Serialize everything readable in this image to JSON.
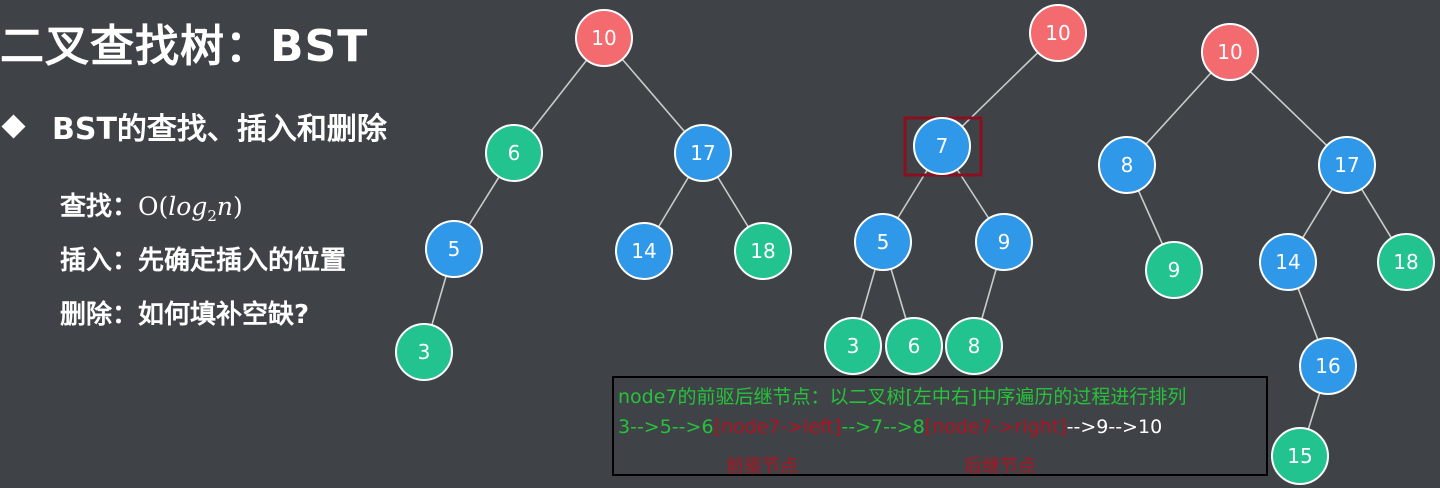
{
  "slide": {
    "title": "二叉查找树：BST",
    "bullet": "BST的查找、插入和删除",
    "lines": [
      {
        "label": "查找：",
        "formula_prefix": "O(",
        "formula_log": "log",
        "formula_sub": "2",
        "formula_var": "n",
        "formula_suffix": ")"
      },
      {
        "label": "插入：",
        "text": "先确定插入的位置"
      },
      {
        "label": "删除：",
        "text": "如何填补空缺?"
      }
    ]
  },
  "colors": {
    "red_node": "#f36a6f",
    "blue_node": "#2f98e8",
    "green_node": "#22c38e",
    "edge": "#c9ccc9",
    "highlight": "#8a1020"
  },
  "trees": [
    {
      "name": "tree-left",
      "nodes": [
        {
          "id": "t1-10",
          "label": "10",
          "color": "red"
        },
        {
          "id": "t1-6",
          "label": "6",
          "color": "green"
        },
        {
          "id": "t1-17",
          "label": "17",
          "color": "blue"
        },
        {
          "id": "t1-5",
          "label": "5",
          "color": "blue"
        },
        {
          "id": "t1-14",
          "label": "14",
          "color": "blue"
        },
        {
          "id": "t1-18",
          "label": "18",
          "color": "green"
        },
        {
          "id": "t1-3",
          "label": "3",
          "color": "green"
        }
      ],
      "edges": [
        [
          "t1-10",
          "t1-6"
        ],
        [
          "t1-10",
          "t1-17"
        ],
        [
          "t1-6",
          "t1-5"
        ],
        [
          "t1-17",
          "t1-14"
        ],
        [
          "t1-17",
          "t1-18"
        ],
        [
          "t1-5",
          "t1-3"
        ]
      ]
    },
    {
      "name": "tree-middle",
      "nodes": [
        {
          "id": "t2-10",
          "label": "10",
          "color": "red"
        },
        {
          "id": "t2-7",
          "label": "7",
          "color": "blue",
          "highlighted": true
        },
        {
          "id": "t2-5",
          "label": "5",
          "color": "blue"
        },
        {
          "id": "t2-9",
          "label": "9",
          "color": "blue"
        },
        {
          "id": "t2-3",
          "label": "3",
          "color": "green"
        },
        {
          "id": "t2-6",
          "label": "6",
          "color": "green"
        },
        {
          "id": "t2-8",
          "label": "8",
          "color": "green"
        }
      ],
      "edges": [
        [
          "t2-10",
          "t2-7"
        ],
        [
          "t2-7",
          "t2-5"
        ],
        [
          "t2-7",
          "t2-9"
        ],
        [
          "t2-5",
          "t2-3"
        ],
        [
          "t2-5",
          "t2-6"
        ],
        [
          "t2-9",
          "t2-8"
        ]
      ]
    },
    {
      "name": "tree-right",
      "nodes": [
        {
          "id": "t3-10",
          "label": "10",
          "color": "red"
        },
        {
          "id": "t3-8",
          "label": "8",
          "color": "blue"
        },
        {
          "id": "t3-17",
          "label": "17",
          "color": "blue"
        },
        {
          "id": "t3-9",
          "label": "9",
          "color": "green"
        },
        {
          "id": "t3-14",
          "label": "14",
          "color": "blue"
        },
        {
          "id": "t3-18",
          "label": "18",
          "color": "green"
        },
        {
          "id": "t3-16",
          "label": "16",
          "color": "blue"
        },
        {
          "id": "t3-15",
          "label": "15",
          "color": "green"
        }
      ],
      "edges": [
        [
          "t3-10",
          "t3-8"
        ],
        [
          "t3-10",
          "t3-17"
        ],
        [
          "t3-8",
          "t3-9"
        ],
        [
          "t3-17",
          "t3-14"
        ],
        [
          "t3-17",
          "t3-18"
        ],
        [
          "t3-14",
          "t3-16"
        ],
        [
          "t3-16",
          "t3-15"
        ]
      ]
    }
  ],
  "info_box": {
    "line1": "node7的前驱后继节点：以二叉树[左中右]中序遍历的过程进行排列",
    "line2_parts": [
      {
        "text": "3-->5-->6",
        "color": "green"
      },
      {
        "text": "[node7->left]",
        "color": "red"
      },
      {
        "text": "-->7-->8",
        "color": "green"
      },
      {
        "text": "[node7->right]",
        "color": "red"
      },
      {
        "text": "-->9-->10",
        "color": "white"
      }
    ],
    "predecessor_label": "前驱节点",
    "successor_label": "后继节点"
  }
}
